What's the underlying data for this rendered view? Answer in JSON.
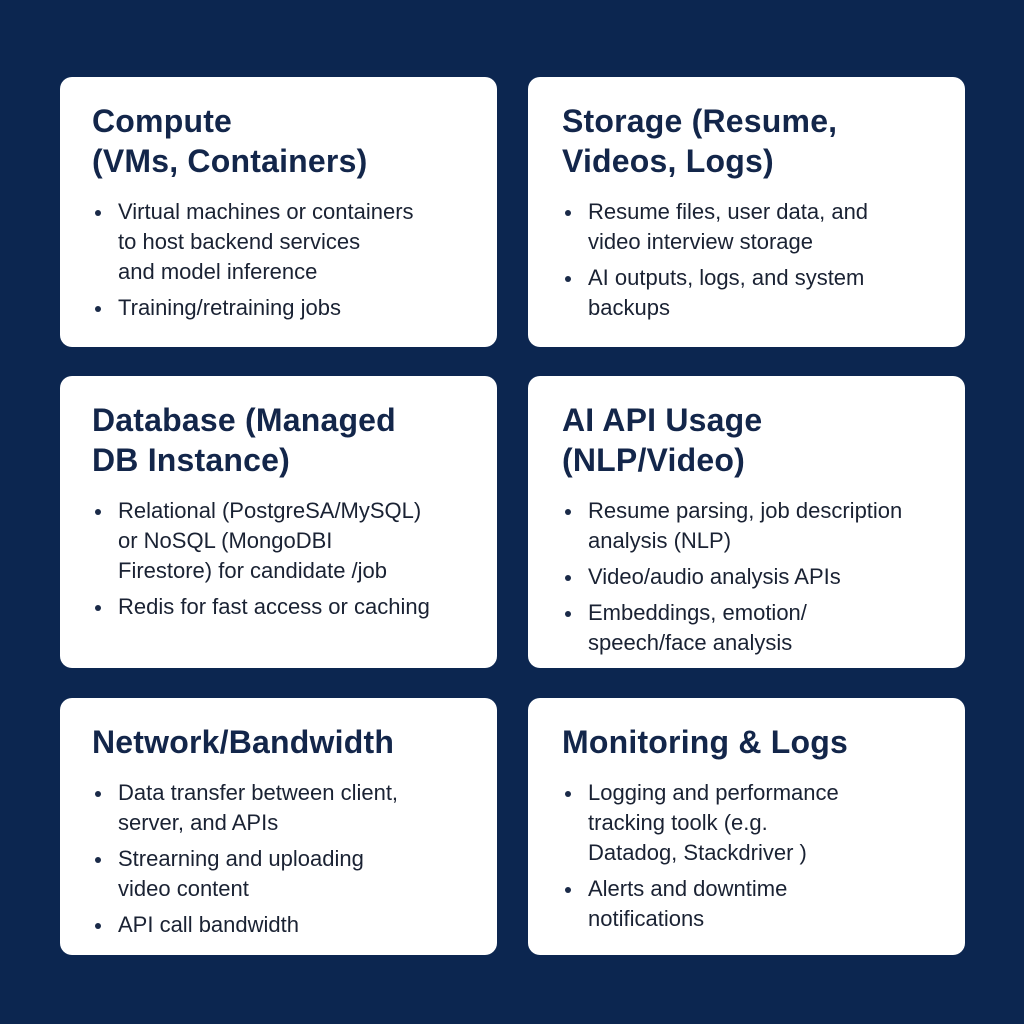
{
  "cards": [
    {
      "title": "Compute\n(VMs, Containers)",
      "bullets": [
        "Virtual machines or containers\nto host backend services\nand model inference",
        "Training/retraining jobs"
      ]
    },
    {
      "title": "Storage (Resume,\nVideos, Logs)",
      "bullets": [
        "Resume files, user data, and\nvideo interview storage",
        "AI outputs, logs, and system\nbackups"
      ]
    },
    {
      "title": "Database (Managed\nDB Instance)",
      "bullets": [
        "Relational (PostgreSA/MySQL)\nor NoSQL (MongoDBI\nFirestore) for candidate /job",
        "Redis for fast access or caching"
      ]
    },
    {
      "title": "AI API Usage\n(NLP/Video)",
      "bullets": [
        "Resume parsing, job description\nanalysis (NLP)",
        "Video/audio analysis APIs",
        "Embeddings, emotion/\nspeech/face analysis"
      ]
    },
    {
      "title": "Network/Bandwidth",
      "bullets": [
        "Data transfer between client,\nserver, and APIs",
        "Strearning and uploading\nvideo content",
        "API call bandwidth"
      ]
    },
    {
      "title": "Monitoring & Logs",
      "bullets": [
        "Logging and performance\ntracking toolk (e.g.\nDatadog, Stackdriver )",
        "Alerts and downtime\nnotifications"
      ]
    }
  ]
}
